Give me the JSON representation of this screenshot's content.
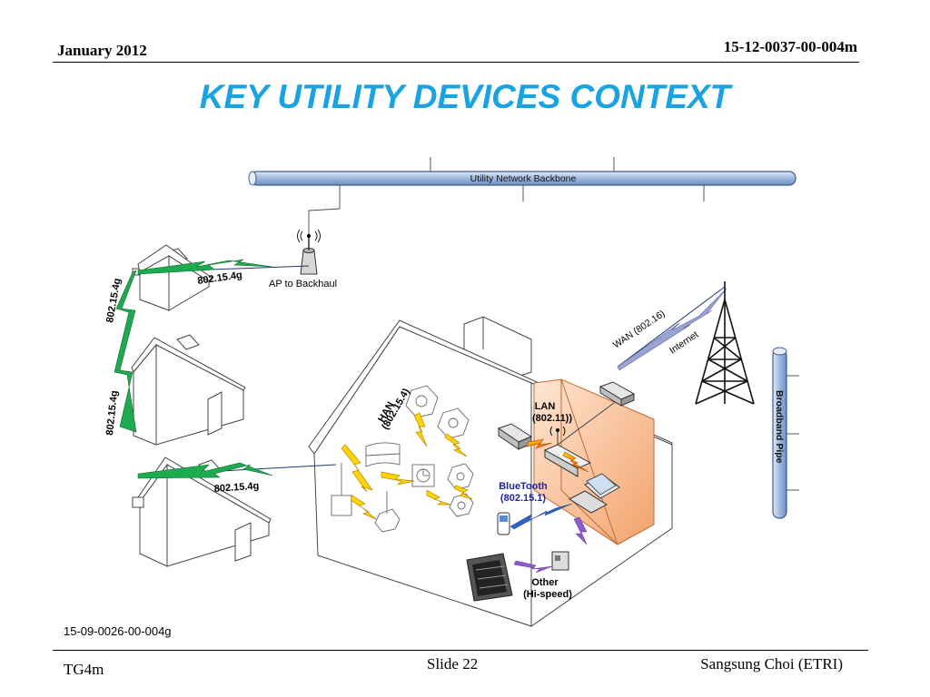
{
  "header": {
    "date": "January 2012",
    "doc_id": "15-12-0037-00-004m"
  },
  "title": "KEY UTILITY DEVICES CONTEXT",
  "diagram": {
    "backbone_label": "Utility Network Backbone",
    "ap_label": "AP to Backhaul",
    "link_802_15_4g": "802.15.4g",
    "han_line1": "HAN",
    "han_line2": "(802.15.4)",
    "lan_line1": "LAN",
    "lan_line2": "(802.11))",
    "bt_line1": "BlueTooth",
    "bt_line2": "(802.15.1)",
    "other_line1": "Other",
    "other_line2": "(Hi-speed)",
    "wan_label": "WAN (802.16)",
    "internet_label": "Internet",
    "broadband_label": "Broadband Pipe"
  },
  "doc_number": "15-09-0026-00-004g",
  "footer": {
    "group": "TG4m",
    "slide": "Slide 22",
    "author": "Sangsung Choi (ETRI)"
  }
}
